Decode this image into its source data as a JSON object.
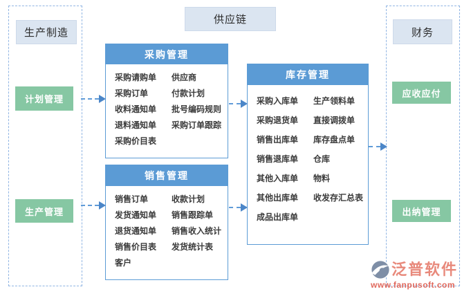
{
  "title_label": "供应链",
  "left_panel": {
    "title": "生产制造",
    "buttons": [
      {
        "label": "计划管理"
      },
      {
        "label": "生产管理"
      }
    ]
  },
  "right_panel": {
    "title": "财务",
    "buttons": [
      {
        "label": "应收应付"
      },
      {
        "label": "出纳管理"
      }
    ]
  },
  "modules": {
    "purchase": {
      "title": "采购管理",
      "col1": [
        "采购请购单",
        "采购订单",
        "收料通知单",
        "退料通知单",
        "采购价目表"
      ],
      "col2": [
        "供应商",
        "付款计划",
        "批号编码规则",
        "采购订单跟踪"
      ]
    },
    "sales": {
      "title": "销售管理",
      "col1": [
        "销售订单",
        "发货通知单",
        "退货通知单",
        "销售价目表",
        "客户"
      ],
      "col2": [
        "收款计划",
        "销售跟踪单",
        "销售收入统计",
        "发货统计表"
      ]
    },
    "inventory": {
      "title": "库存管理",
      "col1": [
        "采购入库单",
        "采购退货单",
        "销售出库单",
        "销售退库单",
        "其他入库单",
        "其他出库单",
        "成品出库单"
      ],
      "col2": [
        "生产领料单",
        "直接调拨单",
        "库存盘点单",
        "仓库",
        "物料",
        "收发存汇总表"
      ]
    }
  },
  "logo": {
    "name": "泛普软件",
    "url": "www.fanpusoft.com"
  },
  "colors": {
    "header_blue": "#5b9bd5",
    "green_node": "#86c7a3",
    "label_bg": "#dbe5f1",
    "dashed_border": "#8fb4e3",
    "arrow": "#5b9bd5",
    "logo_text": "#e8897b",
    "logo_url": "#e0685c",
    "logo_icon": "#7e8ea6"
  }
}
